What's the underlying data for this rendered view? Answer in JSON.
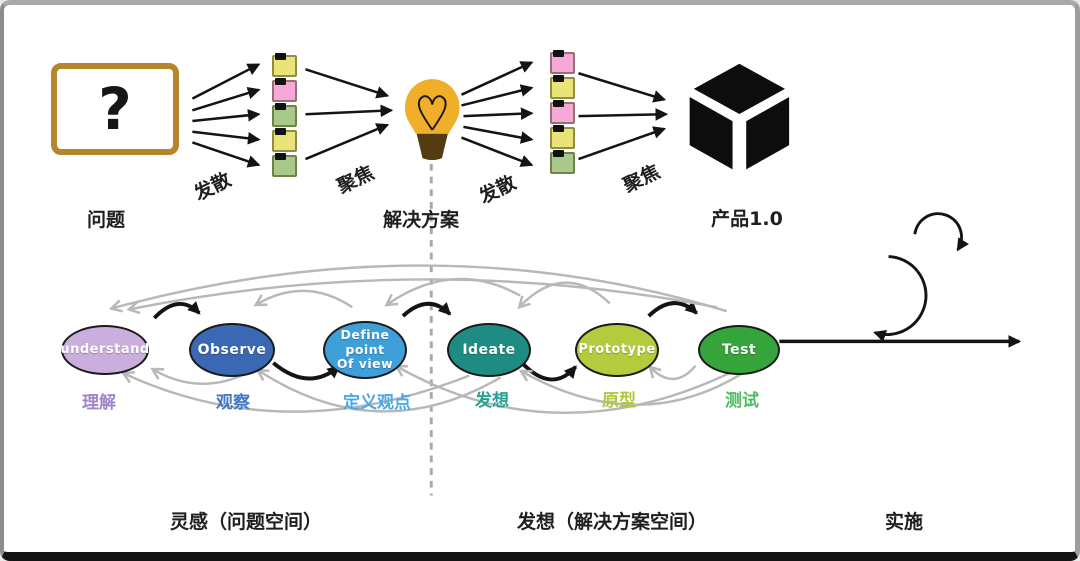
{
  "double_diamond": {
    "problem_box": {
      "symbol": "?",
      "label": "问题"
    },
    "diverge_label_1": "发散",
    "converge_label_1": "聚焦",
    "solution_label": "解决方案",
    "diverge_label_2": "发散",
    "converge_label_2": "聚焦",
    "product_label": "产品1.0",
    "notes_column_1": [
      "yellow",
      "pink",
      "green",
      "yellow",
      "green"
    ],
    "notes_column_2": [
      "pink",
      "yellow",
      "pink",
      "yellow",
      "green"
    ]
  },
  "note_palette": {
    "yellow": "#e9e378",
    "pink": "#f6a8d8",
    "green": "#a9c98b"
  },
  "stages": [
    {
      "en": "understand",
      "zh": "理解",
      "fill": "#c9aede",
      "label_color": "#a184cb"
    },
    {
      "en": "Observe",
      "zh": "观察",
      "fill": "#3a68b2",
      "label_color": "#4478c4"
    },
    {
      "en": "Define point",
      "en2": "Of view",
      "zh": "定义观点",
      "fill": "#3fa0d9",
      "label_color": "#4aa8e3"
    },
    {
      "en": "Ideate",
      "zh": "发想",
      "fill": "#1f8c84",
      "label_color": "#27a096"
    },
    {
      "en": "Prototype",
      "zh": "原型",
      "fill": "#b3cc3e",
      "label_color": "#aec93e"
    },
    {
      "en": "Test",
      "zh": "测试",
      "fill": "#35a43a",
      "label_color": "#4cbc5e"
    }
  ],
  "phases": {
    "inspiration": "灵感（问题空间）",
    "ideation": "发想（解决方案空间）",
    "implementation": "实施"
  },
  "colors": {
    "box_border": "#b5862c",
    "bulb": "#f1ae2b",
    "bulb_base": "#533c12",
    "cube": "#0d0d0d",
    "arrow_black": "#141414",
    "arrow_gray": "#b8b8b8",
    "dashed_divider": "#a9a9a9"
  }
}
